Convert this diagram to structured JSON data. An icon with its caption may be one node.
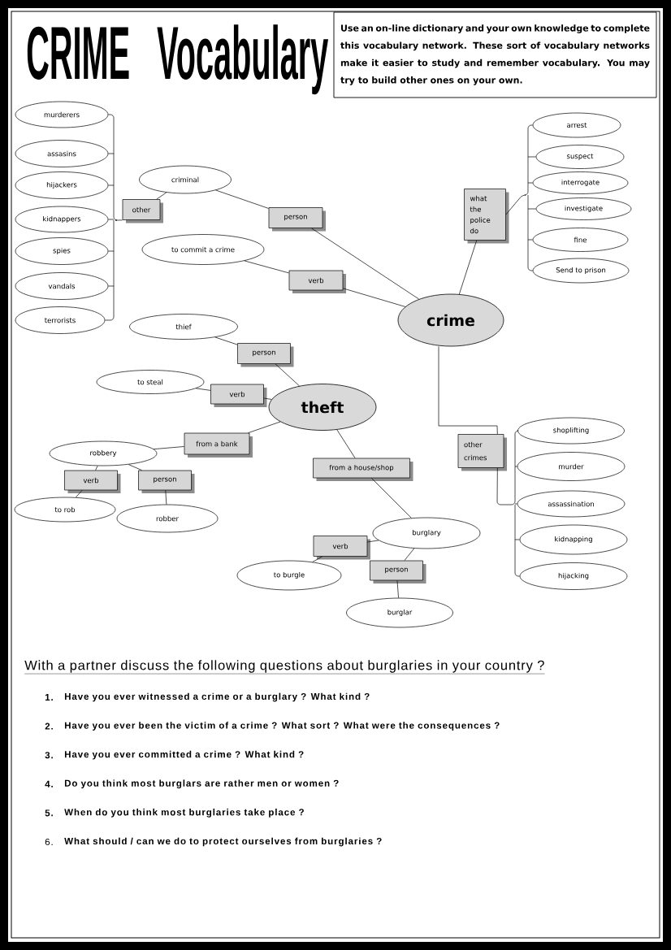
{
  "diagram": {
    "title": "CRIME Vocabulary",
    "nodes": [
      {
        "text": [
          "Use an on-line dictionary and your own knowledge to complete this vocabulary network. These sort of vocabulary networks make it easier to study and remember vocabulary. You may try to build other ones on your own."
        ]
      },
      {
        "text": [
          "crime"
        ]
      },
      {
        "text": [
          "criminal"
        ]
      },
      {
        "text": [
          "person"
        ]
      },
      {
        "text": [
          "other"
        ]
      },
      {
        "text": [
          "murderers"
        ]
      },
      {
        "text": [
          "assasins"
        ]
      },
      {
        "text": [
          "hijackers"
        ]
      },
      {
        "text": [
          "kidnappers"
        ]
      },
      {
        "text": [
          "spies"
        ]
      },
      {
        "text": [
          "vandals"
        ]
      },
      {
        "text": [
          "terrorists"
        ]
      },
      {
        "text": [
          "to commit a crime"
        ]
      },
      {
        "text": [
          "verb"
        ]
      },
      {
        "text": [
          "what the police do"
        ]
      },
      {
        "text": [
          "arrest"
        ]
      },
      {
        "text": [
          "suspect"
        ]
      },
      {
        "text": [
          "interrogate"
        ]
      },
      {
        "text": [
          "investigate"
        ]
      },
      {
        "text": [
          "fine"
        ]
      },
      {
        "text": [
          "Send to prison"
        ]
      },
      {
        "text": [
          "theft"
        ]
      },
      {
        "text": [
          "thief"
        ]
      },
      {
        "text": [
          "person"
        ]
      },
      {
        "text": [
          "to steal"
        ]
      },
      {
        "text": [
          "verb"
        ]
      },
      {
        "text": [
          "from a bank"
        ]
      },
      {
        "text": [
          "robbery"
        ]
      },
      {
        "text": [
          "verb"
        ]
      },
      {
        "text": [
          "person"
        ]
      },
      {
        "text": [
          "to rob"
        ]
      },
      {
        "text": [
          "robber"
        ]
      },
      {
        "text": [
          "from a house/shop"
        ]
      },
      {
        "text": [
          "burglary"
        ]
      },
      {
        "text": [
          "verb"
        ]
      },
      {
        "text": [
          "to burgle"
        ]
      },
      {
        "text": [
          "person"
        ]
      },
      {
        "text": [
          "burglar"
        ]
      },
      {
        "text": [
          "other crimes"
        ]
      },
      {
        "text": [
          "shoplifting"
        ]
      },
      {
        "text": [
          "murder"
        ]
      },
      {
        "text": [
          "assassination"
        ]
      },
      {
        "text": [
          "kidnapping"
        ]
      },
      {
        "text": [
          "hijacking"
        ]
      }
    ],
    "edges": [
      {
        "from": 1,
        "to": 3,
        "arrow": "none"
      },
      {
        "from": 3,
        "to": 2,
        "arrow": "none"
      },
      {
        "from": 2,
        "to": 4,
        "arrow": "none"
      },
      {
        "from": 4,
        "to": 5,
        "arrow": "none"
      },
      {
        "from": 4,
        "to": 6,
        "arrow": "none"
      },
      {
        "from": 4,
        "to": 7,
        "arrow": "none"
      },
      {
        "from": 4,
        "to": 8,
        "arrow": "none"
      },
      {
        "from": 4,
        "to": 9,
        "arrow": "none"
      },
      {
        "from": 4,
        "to": 10,
        "arrow": "none"
      },
      {
        "from": 4,
        "to": 11,
        "arrow": "none"
      },
      {
        "from": 1,
        "to": 13,
        "arrow": "none"
      },
      {
        "from": 13,
        "to": 12,
        "arrow": "none"
      },
      {
        "from": 1,
        "to": 14,
        "arrow": "none"
      },
      {
        "from": 14,
        "to": 15,
        "arrow": "none"
      },
      {
        "from": 14,
        "to": 16,
        "arrow": "none"
      },
      {
        "from": 14,
        "to": 17,
        "arrow": "none"
      },
      {
        "from": 14,
        "to": 18,
        "arrow": "none"
      },
      {
        "from": 14,
        "to": 19,
        "arrow": "none"
      },
      {
        "from": 14,
        "to": 20,
        "arrow": "none"
      },
      {
        "from": 1,
        "to": 38,
        "arrow": "none"
      },
      {
        "from": 38,
        "to": 39,
        "arrow": "none"
      },
      {
        "from": 38,
        "to": 40,
        "arrow": "none"
      },
      {
        "from": 38,
        "to": 41,
        "arrow": "none"
      },
      {
        "from": 38,
        "to": 42,
        "arrow": "none"
      },
      {
        "from": 38,
        "to": 43,
        "arrow": "none"
      },
      {
        "from": 21,
        "to": 23,
        "arrow": "none"
      },
      {
        "from": 23,
        "to": 22,
        "arrow": "none"
      },
      {
        "from": 21,
        "to": 25,
        "arrow": "none"
      },
      {
        "from": 25,
        "to": 24,
        "arrow": "none"
      },
      {
        "from": 21,
        "to": 26,
        "arrow": "none"
      },
      {
        "from": 26,
        "to": 27,
        "arrow": "none"
      },
      {
        "from": 27,
        "to": 28,
        "arrow": "none"
      },
      {
        "from": 28,
        "to": 30,
        "arrow": "none"
      },
      {
        "from": 27,
        "to": 29,
        "arrow": "none"
      },
      {
        "from": 29,
        "to": 31,
        "arrow": "none"
      },
      {
        "from": 21,
        "to": 32,
        "arrow": "none"
      },
      {
        "from": 32,
        "to": 33,
        "arrow": "none"
      },
      {
        "from": 33,
        "to": 34,
        "arrow": "none"
      },
      {
        "from": 34,
        "to": 35,
        "arrow": "none"
      },
      {
        "from": 33,
        "to": 36,
        "arrow": "none"
      },
      {
        "from": 36,
        "to": 37,
        "arrow": "none"
      }
    ],
    "labels": [
      "With a partner discuss the following questions about burglaries in your country ?",
      "1.",
      "Have you ever witnessed a crime or a burglary ? What kind ?",
      "2.",
      "Have you ever been the victim of a crime ? What sort ? What were the consequences ?",
      "3.",
      "Have you ever committed a crime ? What kind ?",
      "4.",
      "Do you think most burglars are rather men or women ?",
      "5.",
      "When do you think most burglaries take place ?",
      "6.",
      "What should / can we do to protect ourselves from burglaries ?"
    ]
  }
}
